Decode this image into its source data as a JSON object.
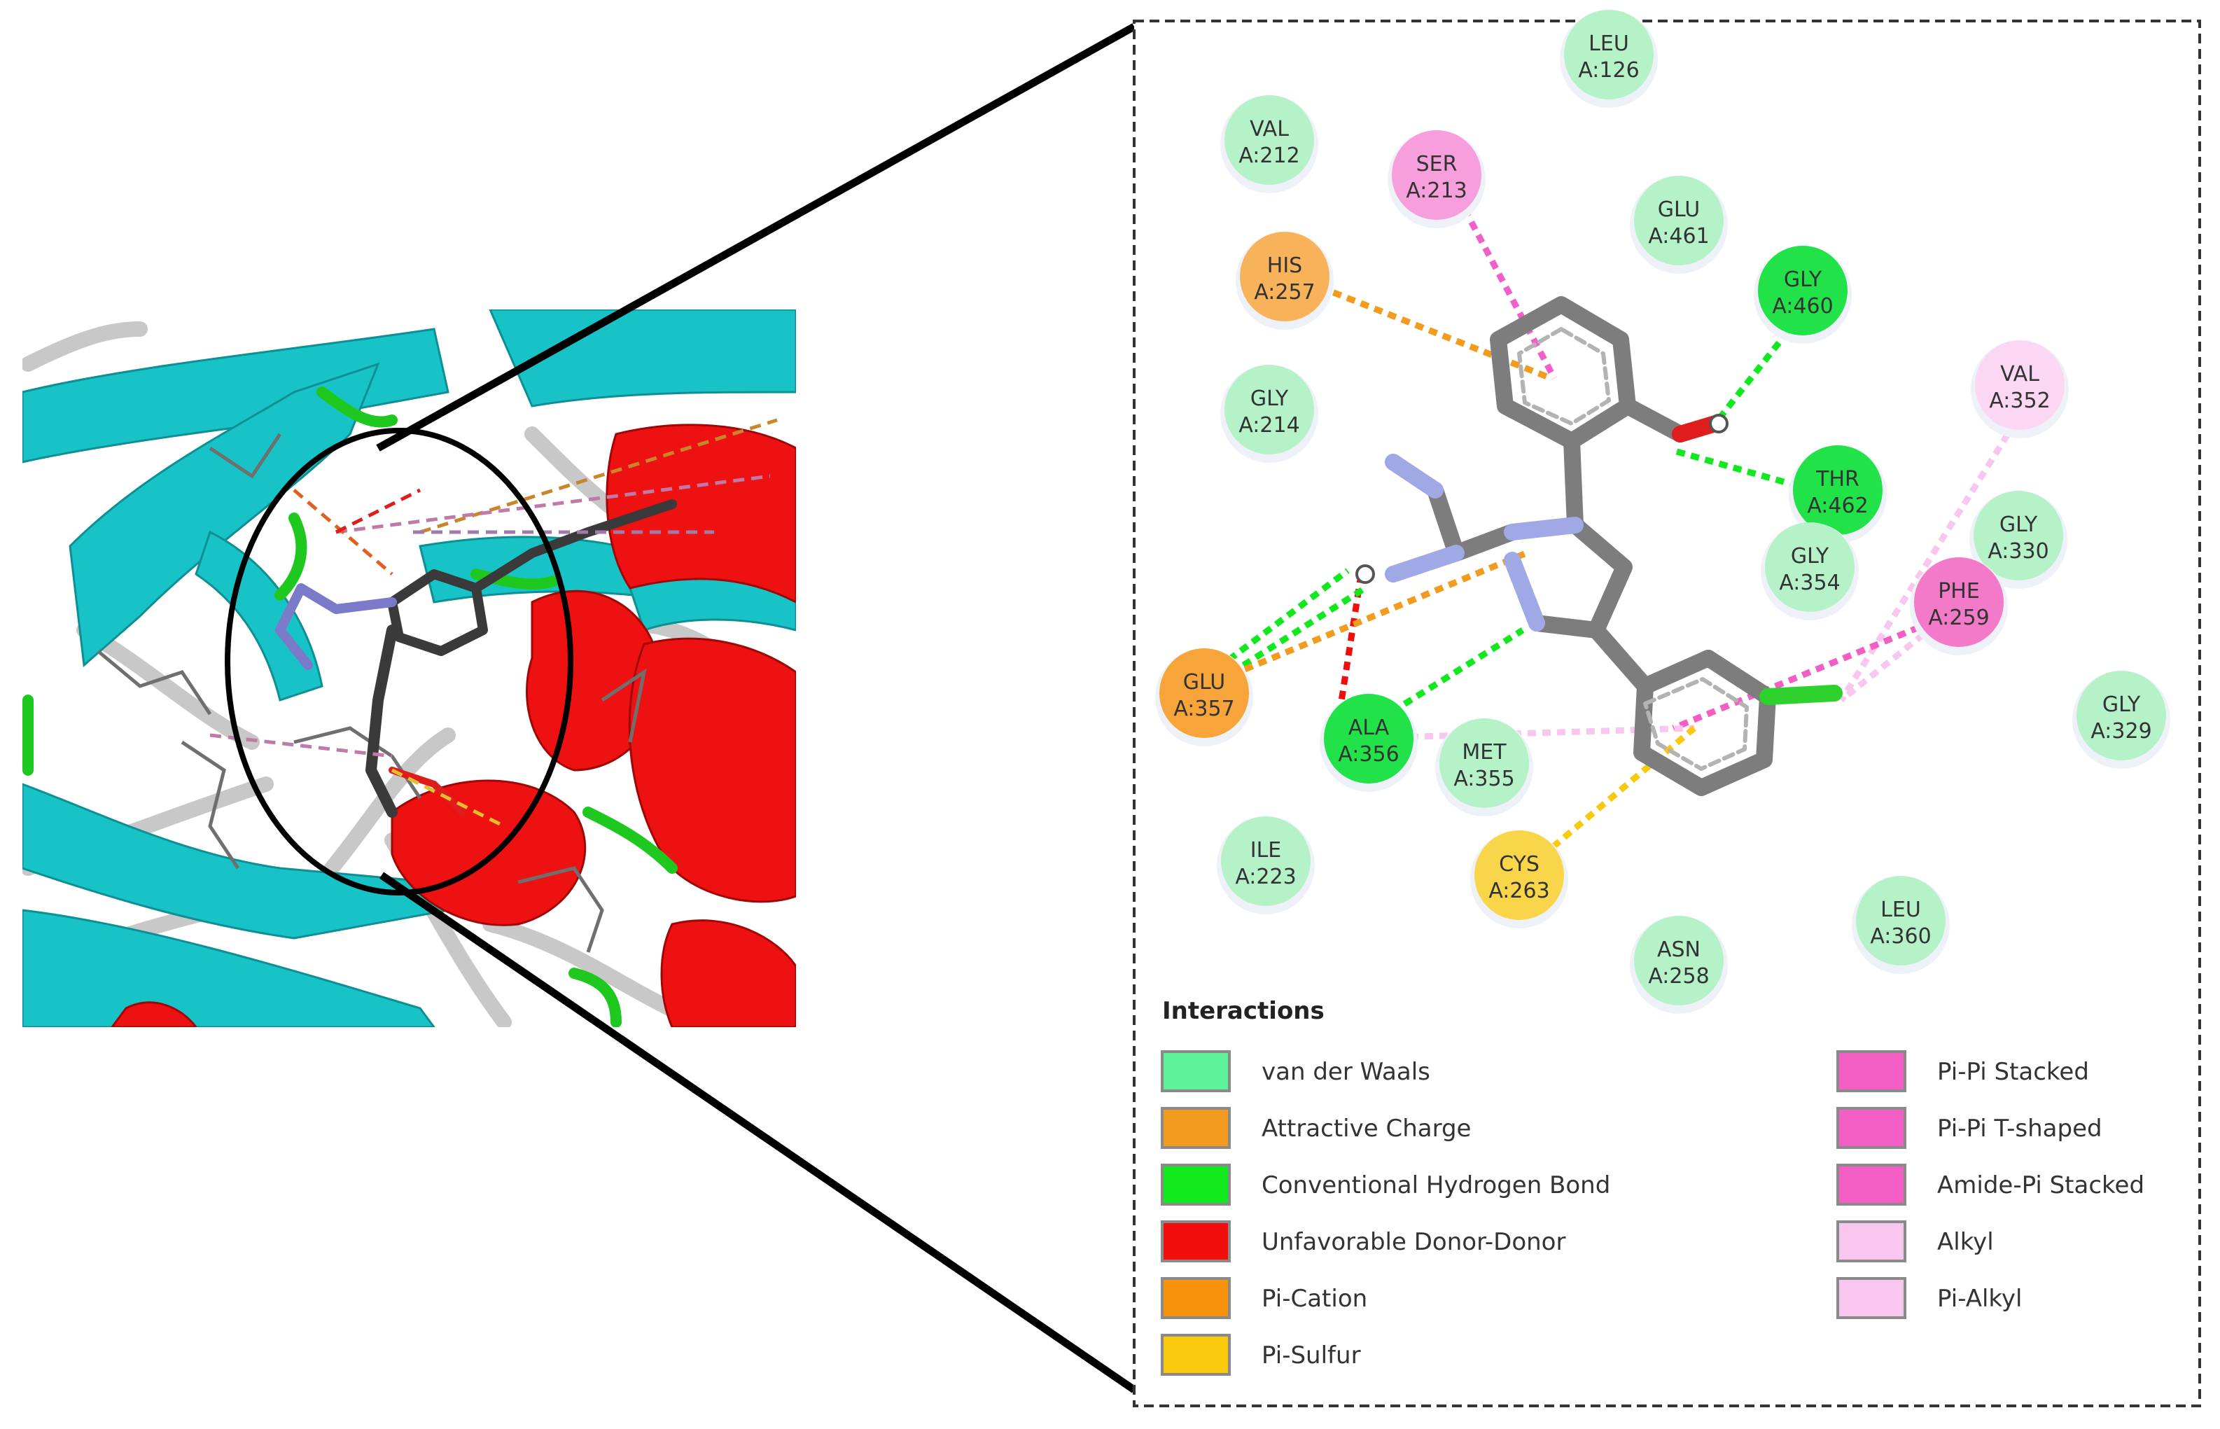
{
  "legend": {
    "title": "Interactions",
    "left": [
      {
        "label": "van der Waals",
        "color": "#5ef29a"
      },
      {
        "label": "Attractive Charge",
        "color": "#f29b1e"
      },
      {
        "label": "Conventional Hydrogen Bond",
        "color": "#11e81e"
      },
      {
        "label": "Unfavorable Donor-Donor",
        "color": "#f20d0d"
      },
      {
        "label": "Pi-Cation",
        "color": "#f7930d"
      },
      {
        "label": "Pi-Sulfur",
        "color": "#f9c90b"
      }
    ],
    "right": [
      {
        "label": "Pi-Pi Stacked",
        "color": "#f25ec4"
      },
      {
        "label": "Pi-Pi T-shaped",
        "color": "#f25ec4"
      },
      {
        "label": "Amide-Pi Stacked",
        "color": "#f25ec4"
      },
      {
        "label": "Alkyl",
        "color": "#f9c6f0"
      },
      {
        "label": "Pi-Alkyl",
        "color": "#f9c6f0"
      }
    ]
  },
  "residues": [
    {
      "id": "leu126",
      "name": "LEU",
      "num": "A:126",
      "color": "#b6f2c8",
      "type": "vdw"
    },
    {
      "id": "val212",
      "name": "VAL",
      "num": "A:212",
      "color": "#b6f2c8",
      "type": "vdw"
    },
    {
      "id": "ser213",
      "name": "SER",
      "num": "A:213",
      "color": "#f79fdc",
      "type": "pi"
    },
    {
      "id": "glu461",
      "name": "GLU",
      "num": "A:461",
      "color": "#b6f2c8",
      "type": "vdw"
    },
    {
      "id": "his257",
      "name": "HIS",
      "num": "A:257",
      "color": "#f7b25a",
      "type": "charge"
    },
    {
      "id": "gly460",
      "name": "GLY",
      "num": "A:460",
      "color": "#22e24a",
      "type": "hbond"
    },
    {
      "id": "val352",
      "name": "VAL",
      "num": "A:352",
      "color": "#fbd7f4",
      "type": "alkyl"
    },
    {
      "id": "gly214",
      "name": "GLY",
      "num": "A:214",
      "color": "#b6f2c8",
      "type": "vdw"
    },
    {
      "id": "thr462",
      "name": "THR",
      "num": "A:462",
      "color": "#22e24a",
      "type": "hbond"
    },
    {
      "id": "gly330",
      "name": "GLY",
      "num": "A:330",
      "color": "#b6f2c8",
      "type": "vdw"
    },
    {
      "id": "gly354",
      "name": "GLY",
      "num": "A:354",
      "color": "#b6f2c8",
      "type": "vdw"
    },
    {
      "id": "phe259",
      "name": "PHE",
      "num": "A:259",
      "color": "#f27ac9",
      "type": "pi"
    },
    {
      "id": "glu357",
      "name": "GLU",
      "num": "A:357",
      "color": "#f7a53a",
      "type": "charge"
    },
    {
      "id": "ala356",
      "name": "ALA",
      "num": "A:356",
      "color": "#22e24a",
      "type": "hbond"
    },
    {
      "id": "met355",
      "name": "MET",
      "num": "A:355",
      "color": "#b6f2c8",
      "type": "vdw"
    },
    {
      "id": "gly329",
      "name": "GLY",
      "num": "A:329",
      "color": "#b6f2c8",
      "type": "vdw"
    },
    {
      "id": "ile223",
      "name": "ILE",
      "num": "A:223",
      "color": "#b6f2c8",
      "type": "vdw"
    },
    {
      "id": "cys263",
      "name": "CYS",
      "num": "A:263",
      "color": "#f9d54a",
      "type": "sulfur"
    },
    {
      "id": "leu360",
      "name": "LEU",
      "num": "A:360",
      "color": "#b6f2c8",
      "type": "vdw"
    },
    {
      "id": "asn258",
      "name": "ASN",
      "num": "A:258",
      "color": "#b6f2c8",
      "type": "vdw"
    }
  ],
  "colors": {
    "helix": "#ee1111",
    "sheet": "#18c3c8",
    "coil": "#c8c8c8",
    "ligand": "#7d7d7d",
    "nitrogen": "#a0a8e6",
    "oxygen": "#e01d1d",
    "chlorine": "#2fd12f"
  }
}
